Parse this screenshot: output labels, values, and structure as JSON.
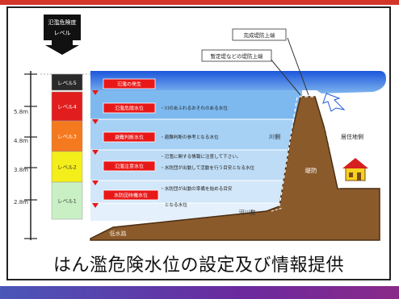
{
  "header_box": {
    "line1": "氾濫危険度",
    "line2": "レベル"
  },
  "levels": [
    {
      "label": "レベル5",
      "color": "#2a2a2a",
      "text_color": "#ffffff"
    },
    {
      "label": "レベル4",
      "color": "#e11d1d",
      "text_color": "#ffffff"
    },
    {
      "label": "レベル3",
      "color": "#f5791e",
      "text_color": "#ffffff"
    },
    {
      "label": "レベル2",
      "color": "#f4ee1a",
      "text_color": "#333333"
    },
    {
      "label": "レベル1",
      "color": "#c9f0c4",
      "text_color": "#333333"
    }
  ],
  "depths": [
    "5.8m",
    "4.8m",
    "3.8m",
    "2.8m"
  ],
  "stages": [
    {
      "label": "氾濫の発生",
      "note": ""
    },
    {
      "label": "氾濫危険水位",
      "note": "・川のあふれるおそれのある水位"
    },
    {
      "label": "避難判断水位",
      "note": "・避難判断の参考となる水位"
    },
    {
      "label": "氾濫注意水位",
      "note1": "・氾濫に関する情報に注意して下さい。",
      "note2": "・水防団が出動して活動を行う目安となる水位"
    },
    {
      "label": "水防団待機水位",
      "note1": "・水防団が出動の準備を始める目安",
      "note2": "となる水位"
    }
  ],
  "labels": {
    "levee_top_complete": "完成堤防上端",
    "levee_top_current": "暫定堤などの堤防上端",
    "river_side": "川側",
    "residential_side": "居住地側",
    "levee": "堤防",
    "floodplain": "河川敷",
    "low_water": "低水路"
  },
  "caption": "はん濫危険水位の設定及び情報提供",
  "colors": {
    "water_dark": "#1e5ee0",
    "water_light": "#b7d8f5",
    "earth": "#8b5a2b",
    "stage_red": "#e81818"
  }
}
